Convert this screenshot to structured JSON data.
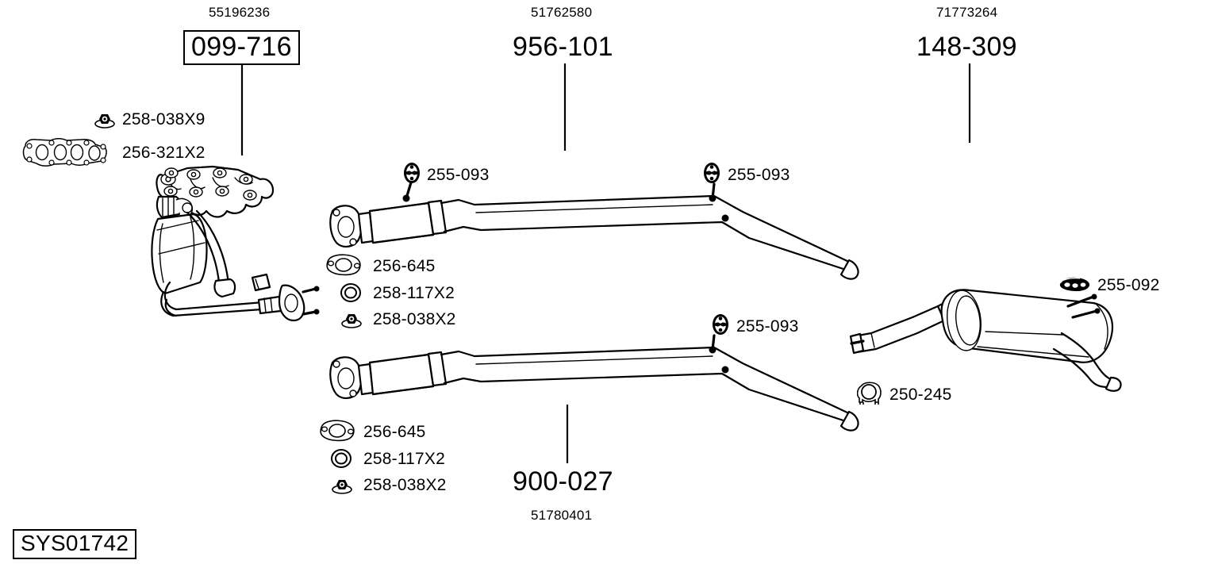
{
  "diagram": {
    "system_code": "SYS01742",
    "background": "#ffffff",
    "line_color": "#000000"
  },
  "assemblies": [
    {
      "id": "catalytic-converter",
      "oem": "55196236",
      "part_number": "099-716",
      "boxed": true
    },
    {
      "id": "front-pipe",
      "oem": "51762580",
      "part_number": "956-101",
      "boxed": false
    },
    {
      "id": "rear-silencer",
      "oem": "71773264",
      "part_number": "148-309",
      "boxed": false
    },
    {
      "id": "centre-pipe",
      "oem": "51780401",
      "part_number": "900-027",
      "boxed": false
    }
  ],
  "parts": [
    {
      "id": "nut-top",
      "label": "258-038X9",
      "icon": "flange-nut-icon"
    },
    {
      "id": "manifold-gasket",
      "label": "256-321X2",
      "icon": "manifold-gasket-icon"
    },
    {
      "id": "hanger-upper-left",
      "label": "255-093",
      "icon": "rubber-hanger-icon"
    },
    {
      "id": "hanger-upper-right",
      "label": "255-093",
      "icon": "rubber-hanger-icon"
    },
    {
      "id": "hanger-lower-right",
      "label": "255-093",
      "icon": "rubber-hanger-icon"
    },
    {
      "id": "gasket-upper",
      "label": "256-645",
      "icon": "oval-gasket-icon"
    },
    {
      "id": "spring-upper",
      "label": "258-117X2",
      "icon": "washer-ring-icon"
    },
    {
      "id": "nut-upper",
      "label": "258-038X2",
      "icon": "flange-nut-icon"
    },
    {
      "id": "gasket-lower",
      "label": "256-645",
      "icon": "oval-gasket-icon"
    },
    {
      "id": "spring-lower",
      "label": "258-117X2",
      "icon": "washer-ring-icon"
    },
    {
      "id": "nut-lower",
      "label": "258-038X2",
      "icon": "flange-nut-icon"
    },
    {
      "id": "mount-rear",
      "label": "255-092",
      "icon": "rubber-mount-icon"
    },
    {
      "id": "clamp-rear",
      "label": "250-245",
      "icon": "pipe-clamp-icon"
    }
  ]
}
